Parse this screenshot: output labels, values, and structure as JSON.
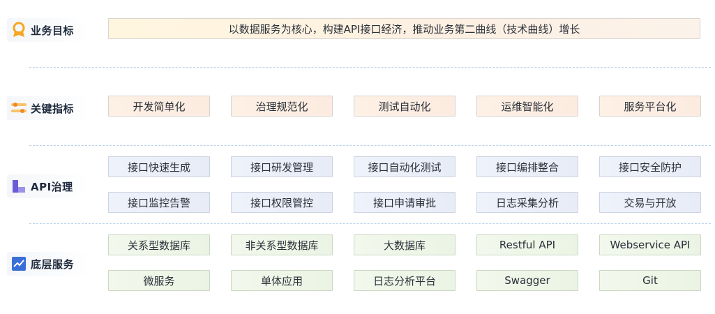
{
  "rows": {
    "goal": {
      "label": "业务目标",
      "icon": "medal-icon",
      "items": [
        "以数据服务为核心，构建API接口经济，推动业务第二曲线（技术曲线）增长"
      ]
    },
    "kpi": {
      "label": "关键指标",
      "icon": "sliders-icon",
      "items": [
        "开发简单化",
        "治理规范化",
        "测试自动化",
        "运维智能化",
        "服务平台化"
      ]
    },
    "api": {
      "label": "API治理",
      "icon": "layers-icon",
      "items": [
        "接口快速生成",
        "接口研发管理",
        "接口自动化测试",
        "接口编排整合",
        "接口安全防护",
        "接口监控告警",
        "接口权限管控",
        "接口申请审批",
        "日志采集分析",
        "交易与开放"
      ]
    },
    "base": {
      "label": "底层服务",
      "icon": "trend-chart-icon",
      "items": [
        "关系型数据库",
        "非关系型数据库",
        "大数据库",
        "Restful API",
        "Webservice API",
        "微服务",
        "单体应用",
        "日志分析平台",
        "Swagger",
        "Git"
      ]
    }
  },
  "colors": {
    "label_text": "#1e2a3c",
    "separator": "#b9d3ea",
    "goal_fill": "#fdf0e2",
    "kpi_fill": "#fcebe0",
    "api_fill": "#e8ecf7",
    "base_fill": "#ebf4e4",
    "icon_orange": "#f5a623",
    "icon_purple": "#6b5bd6",
    "icon_blue": "#3a6fd8"
  }
}
